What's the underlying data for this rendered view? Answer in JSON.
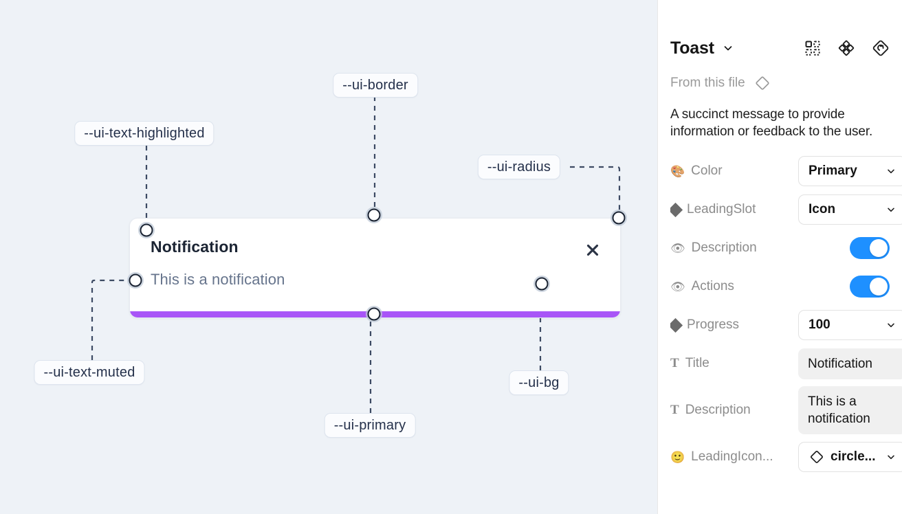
{
  "canvas": {
    "background_color": "#eef2f7",
    "toast": {
      "title": "Notification",
      "description": "This is a notification",
      "close_icon": "close-x-icon",
      "progress_color": "#a855f7",
      "background_color": "#ffffff"
    },
    "tokens": [
      {
        "name": "--ui-text-highlighted"
      },
      {
        "name": "--ui-border"
      },
      {
        "name": "--ui-radius"
      },
      {
        "name": "--ui-text-muted"
      },
      {
        "name": "--ui-primary"
      },
      {
        "name": "--ui-bg"
      }
    ]
  },
  "panel": {
    "title": "Toast",
    "title_caret_icon": "chevron-down-icon",
    "header_icons": [
      {
        "name": "component-grid-icon"
      },
      {
        "name": "variants-diamond-cluster-icon"
      },
      {
        "name": "reset-diamond-icon"
      }
    ],
    "from_file_label": "From this file",
    "from_file_icon": "diamond-outline-icon",
    "description": "A succinct message to provide information or feedback to the user.",
    "properties": [
      {
        "icon": "palette-emoji",
        "glyph": "🎨",
        "icon_type": "emoji",
        "label": "Color",
        "control": "select",
        "value": "Primary"
      },
      {
        "icon": "diamond-icon",
        "glyph": "",
        "icon_type": "diamond",
        "label": "LeadingSlot",
        "control": "select",
        "value": "Icon"
      },
      {
        "icon": "eye-emoji",
        "glyph": "👁",
        "icon_type": "emoji",
        "label": "Description",
        "control": "toggle",
        "value": "on"
      },
      {
        "icon": "eye-emoji",
        "glyph": "👁",
        "icon_type": "emoji",
        "label": "Actions",
        "control": "toggle",
        "value": "on"
      },
      {
        "icon": "diamond-icon",
        "glyph": "",
        "icon_type": "diamond",
        "label": "Progress",
        "control": "select",
        "value": "100"
      },
      {
        "icon": "text-type-icon",
        "glyph": "T",
        "icon_type": "serif-t",
        "label": "Title",
        "control": "textfield",
        "value": "Notification"
      },
      {
        "icon": "text-type-icon",
        "glyph": "T",
        "icon_type": "serif-t",
        "label": "Description",
        "control": "textfield",
        "value": "This is a notification"
      },
      {
        "icon": "smiley-emoji",
        "glyph": "🙂",
        "icon_type": "emoji",
        "label": "LeadingIcon...",
        "control": "icon-select",
        "value": "circle..."
      }
    ]
  },
  "colors": {
    "accent_toggle": "#1e90ff",
    "primary_purple": "#a855f7",
    "canvas_bg": "#eef2f7",
    "chip_text": "#24304a"
  }
}
